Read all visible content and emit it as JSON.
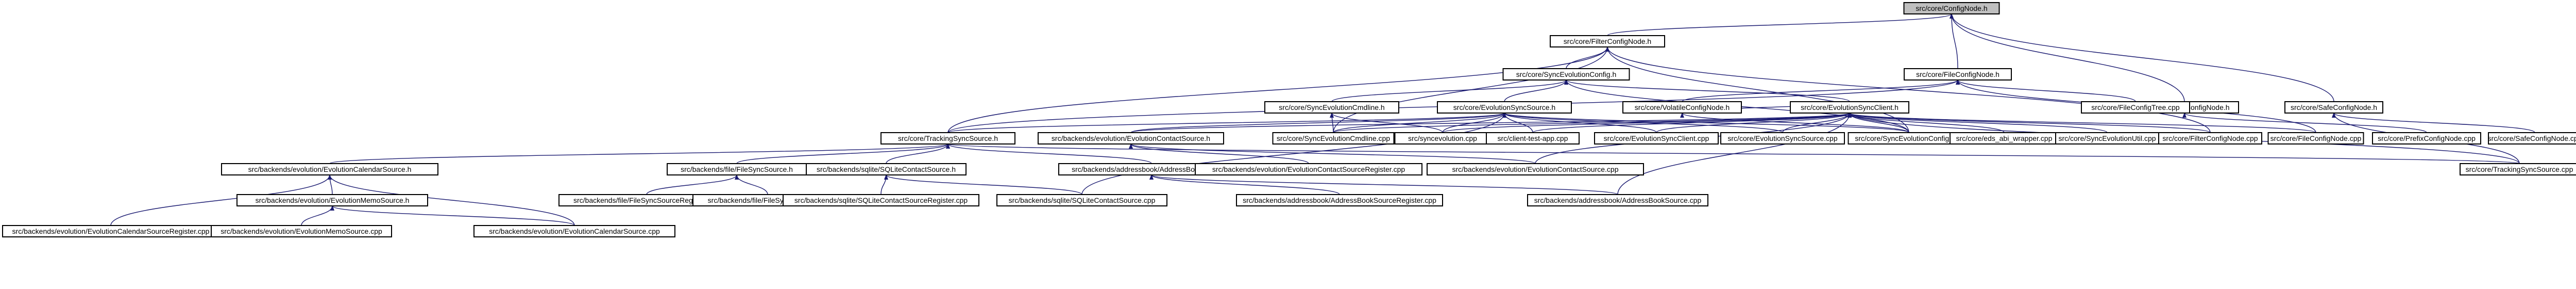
{
  "graph": {
    "colors": {
      "edge": "#191970",
      "node_border": "#000000",
      "node_fill": "#ffffff",
      "root_fill": "#bfbfbf"
    },
    "nodes": [
      {
        "id": "n0",
        "label": "src/core/ConfigNode.h",
        "root": true
      },
      {
        "id": "n1",
        "label": "src/core/FilterConfigNode.h"
      },
      {
        "id": "n2",
        "label": "src/core/SyncEvolutionConfig.h"
      },
      {
        "id": "n3",
        "label": "src/core/FileConfigNode.h"
      },
      {
        "id": "n4",
        "label": "src/core/PrefixConfigNode.h"
      },
      {
        "id": "n5",
        "label": "src/core/SafeConfigNode.h"
      },
      {
        "id": "n6",
        "label": "src/core/SyncEvolutionCmdline.h"
      },
      {
        "id": "n7",
        "label": "src/core/EvolutionSyncSource.h"
      },
      {
        "id": "n8",
        "label": "src/core/VolatileConfigNode.h"
      },
      {
        "id": "n9",
        "label": "src/core/EvolutionSyncClient.h"
      },
      {
        "id": "n10",
        "label": "src/core/FileConfigTree.cpp"
      },
      {
        "id": "n11",
        "label": "src/core/TrackingSyncSource.h"
      },
      {
        "id": "n12",
        "label": "src/backends/evolution/EvolutionContactSource.h"
      },
      {
        "id": "n13",
        "label": "src/core/SyncEvolutionCmdline.cpp"
      },
      {
        "id": "n14",
        "label": "src/syncevolution.cpp"
      },
      {
        "id": "n15",
        "label": "src/client-test-app.cpp"
      },
      {
        "id": "n16",
        "label": "src/core/EvolutionSyncClient.cpp"
      },
      {
        "id": "n17",
        "label": "src/core/EvolutionSyncSource.cpp"
      },
      {
        "id": "n18",
        "label": "src/core/SyncEvolutionConfig.cpp"
      },
      {
        "id": "n19",
        "label": "src/core/eds_abi_wrapper.cpp"
      },
      {
        "id": "n20",
        "label": "src/core/SyncEvolutionUtil.cpp"
      },
      {
        "id": "n21",
        "label": "src/core/FilterConfigNode.cpp"
      },
      {
        "id": "n22",
        "label": "src/core/FileConfigNode.cpp"
      },
      {
        "id": "n23",
        "label": "src/core/PrefixConfigNode.cpp"
      },
      {
        "id": "n24",
        "label": "src/core/SafeConfigNode.cpp"
      },
      {
        "id": "n25",
        "label": "src/backends/evolution/EvolutionCalendarSource.h"
      },
      {
        "id": "n26",
        "label": "src/backends/file/FileSyncSource.h"
      },
      {
        "id": "n27",
        "label": "src/backends/sqlite/SQLiteContactSource.h"
      },
      {
        "id": "n28",
        "label": "src/backends/addressbook/AddressBookSource.h"
      },
      {
        "id": "n29",
        "label": "src/backends/evolution/EvolutionContactSourceRegister.cpp"
      },
      {
        "id": "n30",
        "label": "src/backends/evolution/EvolutionContactSource.cpp"
      },
      {
        "id": "n31",
        "label": "src/core/TrackingSyncSource.cpp"
      },
      {
        "id": "n32",
        "label": "src/backends/evolution/EvolutionMemoSource.h"
      },
      {
        "id": "n33",
        "label": "src/backends/file/FileSyncSourceRegister.cpp"
      },
      {
        "id": "n34",
        "label": "src/backends/file/FileSyncSource.cpp"
      },
      {
        "id": "n35",
        "label": "src/backends/sqlite/SQLiteContactSourceRegister.cpp"
      },
      {
        "id": "n36",
        "label": "src/backends/sqlite/SQLiteContactSource.cpp"
      },
      {
        "id": "n37",
        "label": "src/backends/addressbook/AddressBookSourceRegister.cpp"
      },
      {
        "id": "n38",
        "label": "src/backends/addressbook/AddressBookSource.cpp"
      },
      {
        "id": "n39",
        "label": "src/backends/evolution/EvolutionCalendarSourceRegister.cpp"
      },
      {
        "id": "n40",
        "label": "src/backends/evolution/EvolutionMemoSource.cpp"
      },
      {
        "id": "n41",
        "label": "src/backends/evolution/EvolutionCalendarSource.cpp"
      }
    ],
    "edges": [
      [
        "n0",
        "n1"
      ],
      [
        "n0",
        "n3"
      ],
      [
        "n0",
        "n4"
      ],
      [
        "n0",
        "n5"
      ],
      [
        "n1",
        "n2"
      ],
      [
        "n1",
        "n11"
      ],
      [
        "n1",
        "n13"
      ],
      [
        "n1",
        "n18"
      ],
      [
        "n1",
        "n21"
      ],
      [
        "n2",
        "n6"
      ],
      [
        "n2",
        "n7"
      ],
      [
        "n2",
        "n9"
      ],
      [
        "n2",
        "n18"
      ],
      [
        "n3",
        "n8"
      ],
      [
        "n3",
        "n10"
      ],
      [
        "n3",
        "n22"
      ],
      [
        "n3",
        "n11"
      ],
      [
        "n4",
        "n23"
      ],
      [
        "n5",
        "n24"
      ],
      [
        "n5",
        "n31"
      ],
      [
        "n6",
        "n13"
      ],
      [
        "n6",
        "n14"
      ],
      [
        "n7",
        "n11"
      ],
      [
        "n7",
        "n12"
      ],
      [
        "n7",
        "n13"
      ],
      [
        "n7",
        "n14"
      ],
      [
        "n7",
        "n15"
      ],
      [
        "n7",
        "n16"
      ],
      [
        "n7",
        "n17"
      ],
      [
        "n7",
        "n18"
      ],
      [
        "n7",
        "n36"
      ],
      [
        "n8",
        "n9"
      ],
      [
        "n8",
        "n18"
      ],
      [
        "n9",
        "n12"
      ],
      [
        "n9",
        "n13"
      ],
      [
        "n9",
        "n14"
      ],
      [
        "n9",
        "n15"
      ],
      [
        "n9",
        "n16"
      ],
      [
        "n9",
        "n17"
      ],
      [
        "n9",
        "n18"
      ],
      [
        "n9",
        "n19"
      ],
      [
        "n9",
        "n20"
      ],
      [
        "n9",
        "n21"
      ],
      [
        "n9",
        "n22"
      ],
      [
        "n9",
        "n30"
      ],
      [
        "n9",
        "n38"
      ],
      [
        "n9",
        "n31"
      ],
      [
        "n11",
        "n25"
      ],
      [
        "n11",
        "n26"
      ],
      [
        "n11",
        "n27"
      ],
      [
        "n11",
        "n28"
      ],
      [
        "n11",
        "n31"
      ],
      [
        "n12",
        "n29"
      ],
      [
        "n12",
        "n30"
      ],
      [
        "n25",
        "n32"
      ],
      [
        "n25",
        "n39"
      ],
      [
        "n25",
        "n41"
      ],
      [
        "n26",
        "n33"
      ],
      [
        "n26",
        "n34"
      ],
      [
        "n27",
        "n35"
      ],
      [
        "n27",
        "n36"
      ],
      [
        "n28",
        "n37"
      ],
      [
        "n28",
        "n38"
      ],
      [
        "n32",
        "n40"
      ],
      [
        "n32",
        "n41"
      ]
    ]
  }
}
